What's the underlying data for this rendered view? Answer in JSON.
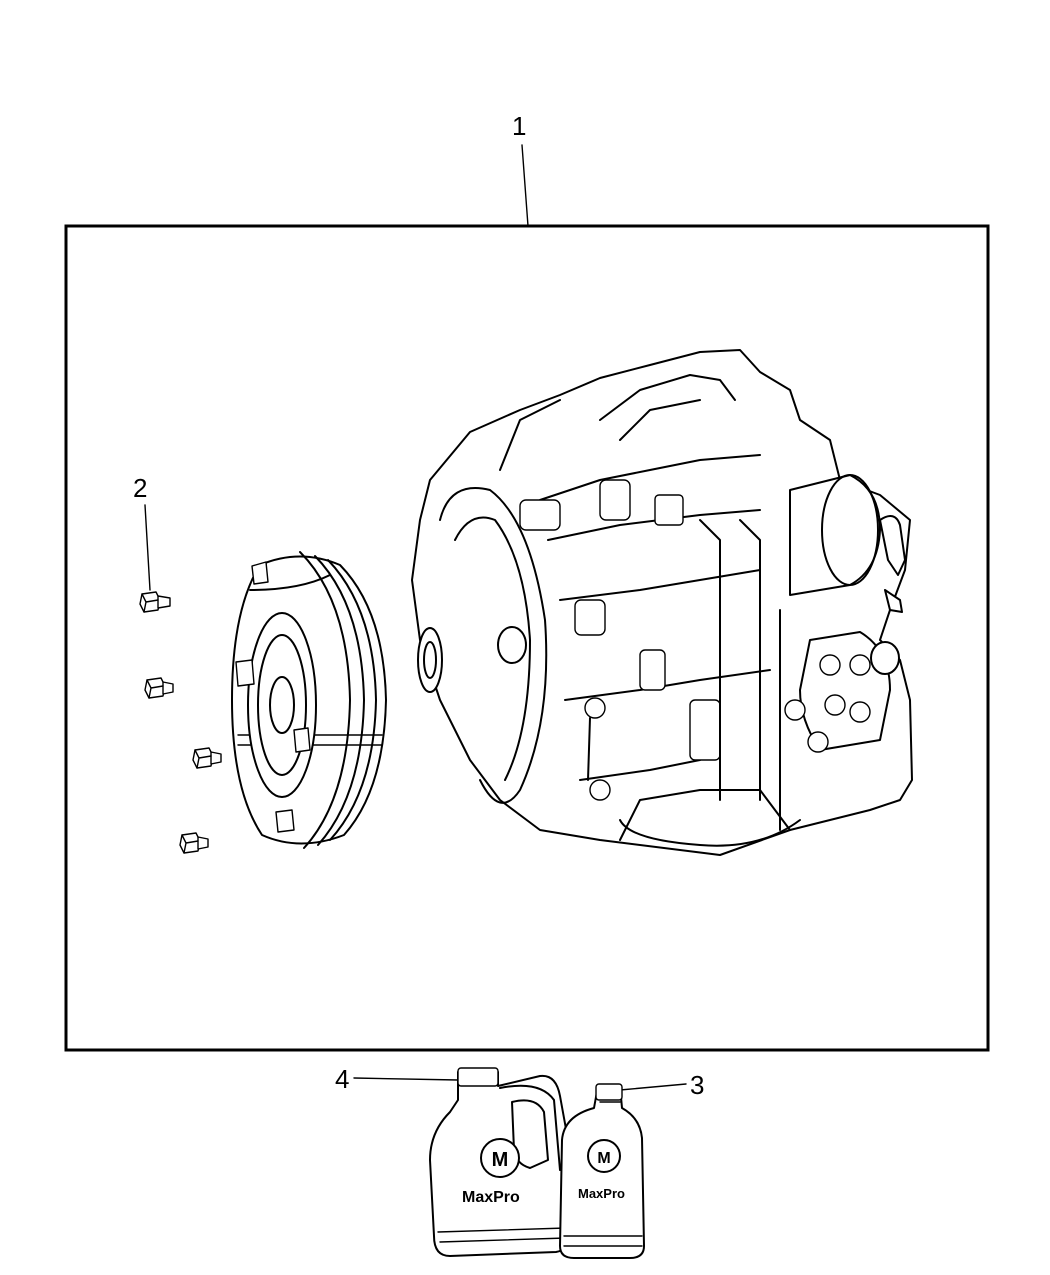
{
  "callouts": {
    "transmission": "1",
    "bolts": "2",
    "fluid_quart": "3",
    "fluid_jug": "4"
  },
  "containers": {
    "jug_label": "MaxPro",
    "quart_label": "MaxPro",
    "jug_mark": "M",
    "quart_mark": "M"
  }
}
